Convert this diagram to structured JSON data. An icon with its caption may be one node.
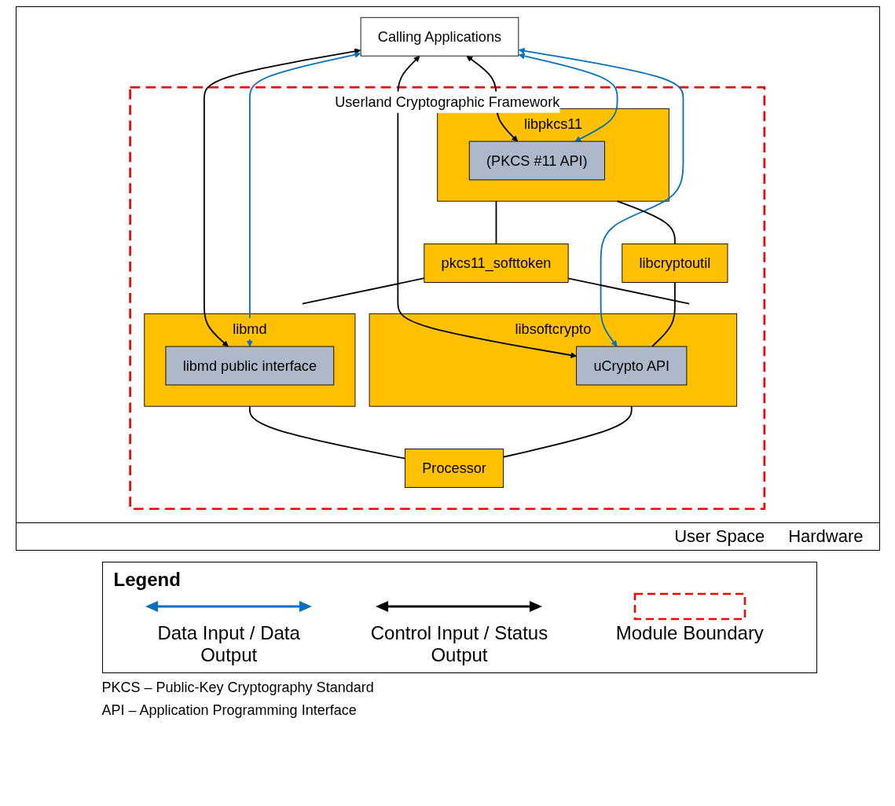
{
  "diagram": {
    "nodes": [
      {
        "text": [
          "Calling Applications"
        ]
      },
      {
        "text": [
          "Userland Cryptographic Framework"
        ]
      },
      {
        "text": [
          "libpkcs11"
        ],
        "in": 1
      },
      {
        "text": [
          "(PKCS #11 API)"
        ],
        "in": 2
      },
      {
        "text": [
          "pkcs11_softtoken"
        ],
        "in": 1
      },
      {
        "text": [
          "libcryptoutil"
        ],
        "in": 1
      },
      {
        "text": [
          "libmd"
        ],
        "in": 1
      },
      {
        "text": [
          "libmd public interface"
        ],
        "in": 6
      },
      {
        "text": [
          "libsoftcrypto"
        ],
        "in": 1
      },
      {
        "text": [
          "uCrypto API"
        ],
        "in": 8
      },
      {
        "text": [
          "Processor"
        ],
        "in": 1
      }
    ],
    "edges": [
      {
        "from": 0,
        "to": 3,
        "arrow": "both"
      },
      {
        "from": 0,
        "to": 3,
        "arrow": "both",
        "color": "#0070c0"
      },
      {
        "from": 0,
        "to": 7,
        "arrow": "both"
      },
      {
        "from": 0,
        "to": 7,
        "arrow": "both",
        "color": "#0070c0"
      },
      {
        "from": 0,
        "to": 9,
        "arrow": "both"
      },
      {
        "from": 0,
        "to": 9,
        "arrow": "both",
        "color": "#0070c0"
      },
      {
        "from": 2,
        "to": 5,
        "arrow": "none"
      },
      {
        "from": 2,
        "to": 4,
        "arrow": "none"
      },
      {
        "from": 5,
        "to": 9,
        "arrow": "none"
      },
      {
        "from": 4,
        "to": 6,
        "arrow": "none"
      },
      {
        "from": 4,
        "to": 8,
        "arrow": "none"
      },
      {
        "from": 6,
        "to": 10,
        "arrow": "none"
      },
      {
        "from": 8,
        "to": 10,
        "arrow": "none"
      }
    ],
    "labels": [
      "User Space",
      "Hardware",
      "Legend",
      "PKCS – Public-Key Cryptography Standard",
      "API – Application Programming Interface"
    ],
    "legend": [
      {
        "text": "Data Input / Data Output"
      },
      {
        "text": "Control Input / Status Output"
      },
      {
        "text": "Module Boundary"
      }
    ]
  }
}
